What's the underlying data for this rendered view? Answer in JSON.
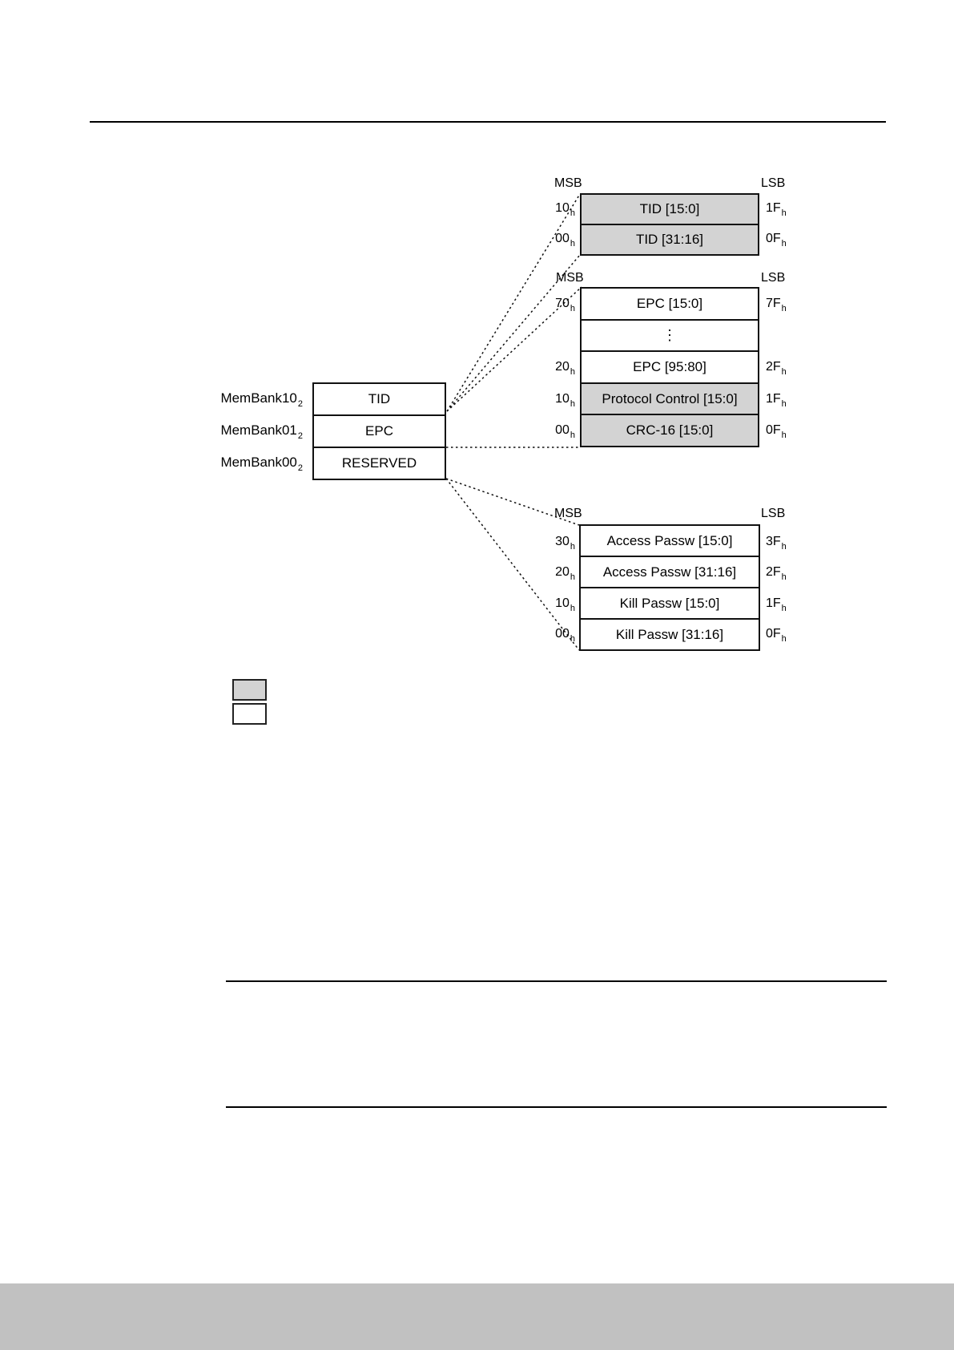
{
  "page": {
    "background": "#ffffff",
    "rule_color": "#000000",
    "footer_color": "#c1c1c1",
    "cell_shaded_color": "#d3d3d3",
    "cell_unshaded_color": "#ffffff"
  },
  "memory_banks": {
    "items": [
      {
        "bank": "MemBank10",
        "bank_sub": "2",
        "label": "TID"
      },
      {
        "bank": "MemBank01",
        "bank_sub": "2",
        "label": "EPC"
      },
      {
        "bank": "MemBank00",
        "bank_sub": "2",
        "label": "RESERVED"
      }
    ]
  },
  "tid_block": {
    "msb": "MSB",
    "lsb": "LSB",
    "rows": [
      {
        "label": "TID [15:0]",
        "start": "10",
        "start_sub": "h",
        "end": "1F",
        "end_sub": "h",
        "shaded": true
      },
      {
        "label": "TID [31:16]",
        "start": "00",
        "start_sub": "h",
        "end": "0F",
        "end_sub": "h",
        "shaded": true
      }
    ]
  },
  "epc_block": {
    "msb": "MSB",
    "lsb": "LSB",
    "ellipsis": "⋮",
    "rows": [
      {
        "label": "EPC [15:0]",
        "start": "70",
        "start_sub": "h",
        "end": "7F",
        "end_sub": "h",
        "shaded": false
      },
      {
        "label": "EPC [95:80]",
        "start": "20",
        "start_sub": "h",
        "end": "2F",
        "end_sub": "h",
        "shaded": false
      },
      {
        "label": "Protocol Control [15:0]",
        "start": "10",
        "start_sub": "h",
        "end": "1F",
        "end_sub": "h",
        "shaded": true
      },
      {
        "label": "CRC-16 [15:0]",
        "start": "00",
        "start_sub": "h",
        "end": "0F",
        "end_sub": "h",
        "shaded": true
      }
    ]
  },
  "reserved_block": {
    "msb": "MSB",
    "lsb": "LSB",
    "rows": [
      {
        "label": "Access Passw [15:0]",
        "start": "30",
        "start_sub": "h",
        "end": "3F",
        "end_sub": "h",
        "shaded": false
      },
      {
        "label": "Access Passw [31:16]",
        "start": "20",
        "start_sub": "h",
        "end": "2F",
        "end_sub": "h",
        "shaded": false
      },
      {
        "label": "Kill Passw [15:0]",
        "start": "10",
        "start_sub": "h",
        "end": "1F",
        "end_sub": "h",
        "shaded": false
      },
      {
        "label": "Kill Passw [31:16]",
        "start": "00",
        "start_sub": "h",
        "end": "0F",
        "end_sub": "h",
        "shaded": false
      }
    ]
  },
  "legend": {
    "swatches": [
      {
        "fill": "#d3d3d3"
      },
      {
        "fill": "#ffffff"
      }
    ]
  }
}
